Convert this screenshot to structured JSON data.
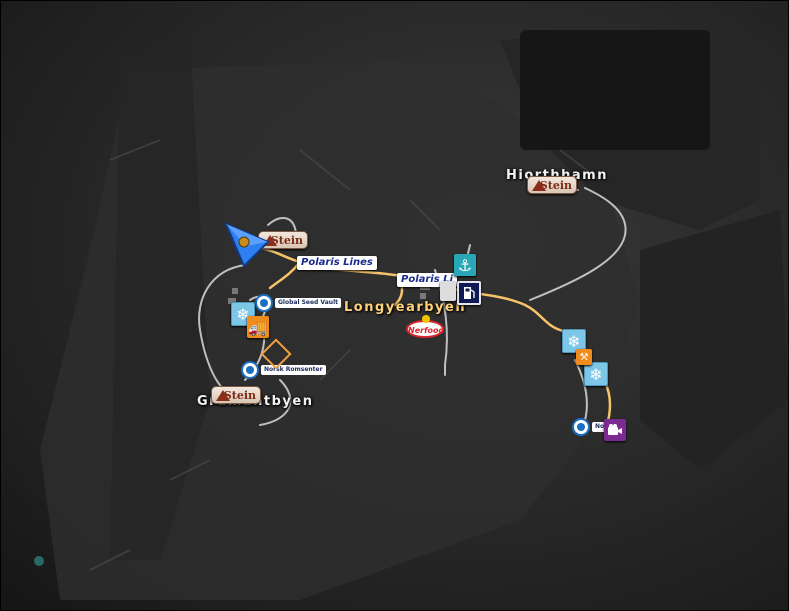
{
  "cities": {
    "hiorthhamn": "Hiorthhamn",
    "longyearbyen": "Longyearbyen",
    "grumantbyen": "Grumantbyen"
  },
  "companies": {
    "stein": "Stein",
    "polaris": "Polaris Lines",
    "polaris_partial": "Polaris Li",
    "seed_vault": "Global Seed Vault",
    "romsenter": "Norsk Romsenter",
    "romsenter_partial": "Norsk",
    "nerfood": "Nerfood"
  },
  "icons": {
    "player": "navigation-arrow-icon",
    "snow": "snowflake-icon",
    "port": "anchor-icon",
    "fuel": "fuel-pump-icon",
    "service": "truck-service-icon",
    "camera": "video-camera-icon",
    "garage": "garage-diamond-icon"
  },
  "colors": {
    "route": "#f5c36a",
    "road": "#cfcfcf",
    "player": "#2f7ff0",
    "city_label": "#f2f2f2",
    "main_city_label": "#ffd27a"
  }
}
